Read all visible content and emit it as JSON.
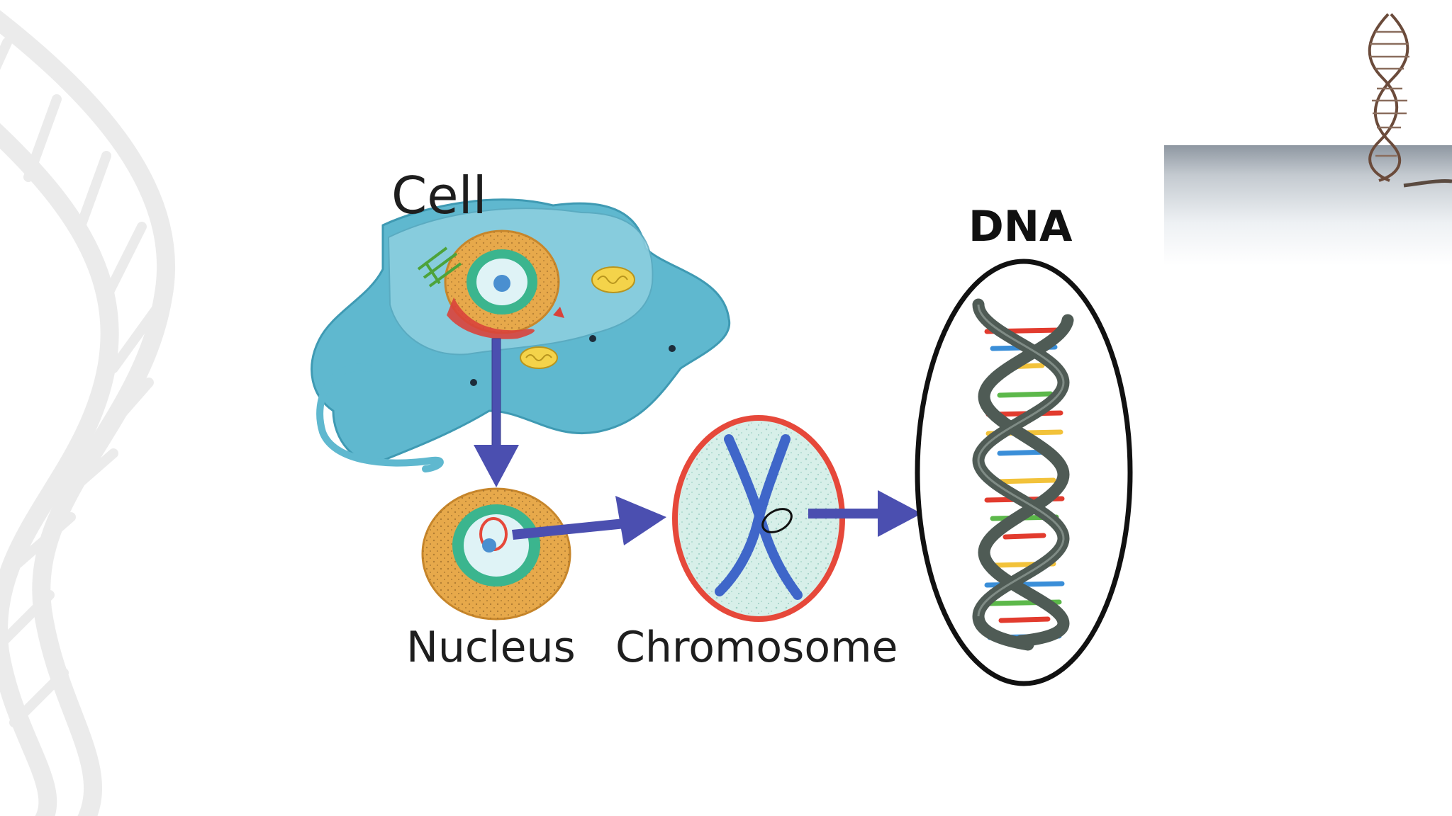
{
  "labels": {
    "cell": "Cell",
    "nucleus": "Nucleus",
    "chromosome": "Chromosome",
    "dna": "DNA"
  },
  "colors": {
    "cell_fill": "#5fb8cf",
    "cell_inner": "#8fd0e0",
    "arrow": "#4b4fb0",
    "nucleus_outer": "#e7a94b",
    "nucleus_inner": "#3bb58e",
    "chromosome_ring": "#e6483a",
    "chromosome_fill": "#d7efe9",
    "chromatin": "#3f66c9",
    "dna_backbone": "#4f5b55",
    "dna_ellipse": "#111111"
  },
  "dna_base_pair_colors": [
    "#e23b2e",
    "#f2c23a",
    "#3a8ed8",
    "#5cb84a",
    "#f2c23a",
    "#e23b2e",
    "#3a8ed8",
    "#5cb84a"
  ]
}
